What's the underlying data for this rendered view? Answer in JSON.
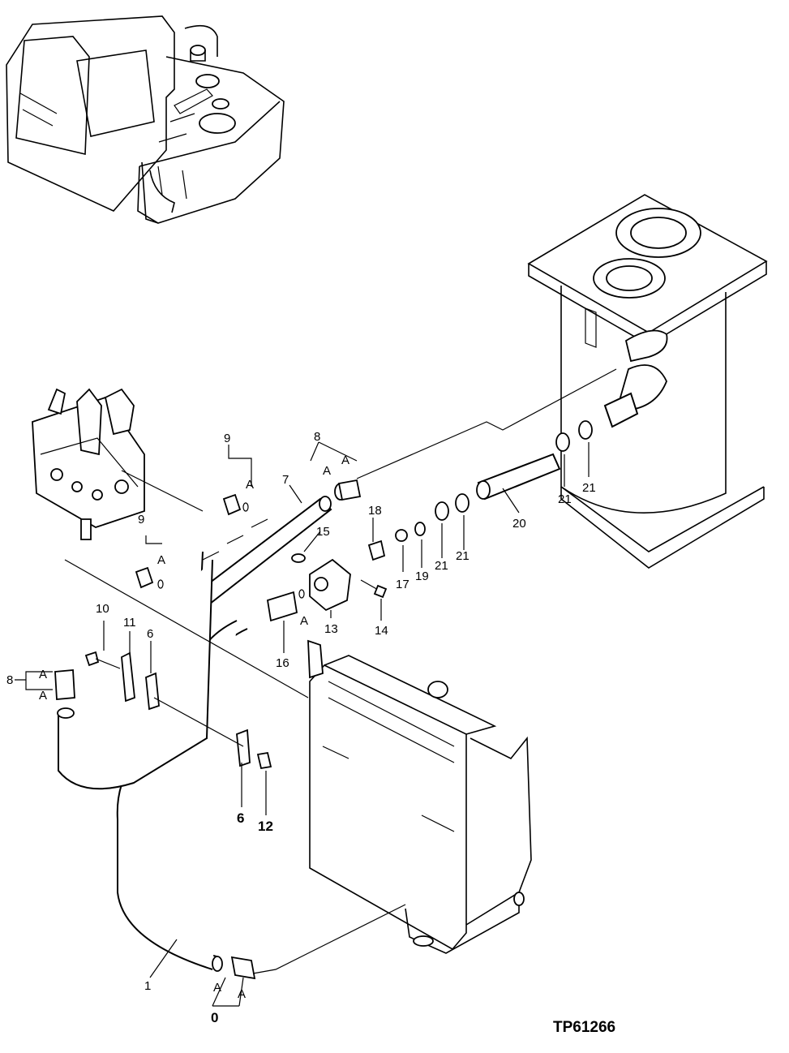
{
  "drawing_code": "TP61266",
  "callouts": {
    "c1": "1",
    "c6a": "6",
    "c6b": "6",
    "c7": "7",
    "c8a": "8",
    "c8b": "8",
    "c9a": "9",
    "c9b": "9",
    "c10": "10",
    "c11": "11",
    "c12": "12",
    "c13": "13",
    "c14": "14",
    "c15": "15",
    "c16": "16",
    "c17": "17",
    "c18": "18",
    "c19": "19",
    "c20": "20",
    "c21a": "21",
    "c21b": "21",
    "c21c": "21",
    "c21d": "21",
    "c0": "0"
  },
  "markers": {
    "a": "A"
  }
}
